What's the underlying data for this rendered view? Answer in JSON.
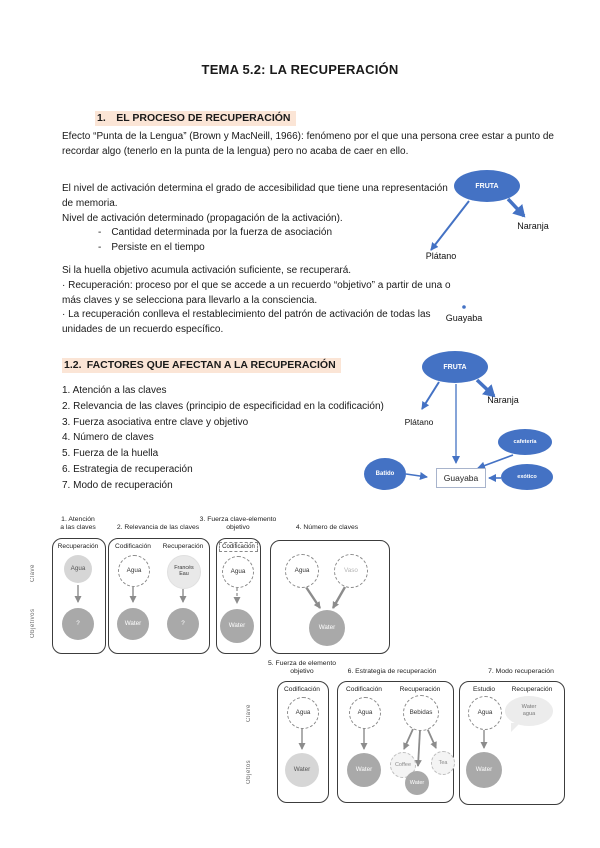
{
  "doc": {
    "title": "TEMA 5.2: LA RECUPERACIÓN",
    "section1": {
      "heading": "1.  EL PROCESO DE RECUPERACIÓN",
      "para_tip": "Efecto “Punta de la Lengua” (Brown y MacNeill, 1966): fenómeno por el que una persona cree estar a punto de recordar algo (tenerlo en la punta de la lengua) pero no acaba de caer en ello.",
      "para_activation_1": "El nivel de activación determina el grado de accesibilidad que tiene una representación de memoria.",
      "para_activation_2": "Nivel de activación determinado (propagación de la activación).",
      "bullet_1": "- Cantidad determinada por la fuerza de asociación",
      "bullet_2": "- Persiste en el tiempo",
      "para_trace": "Si la huella objetivo acumula activación suficiente, se recuperará.",
      "para_recovery_def": "· Recuperación: proceso por el que se accede a un recuerdo “objetivo” a partir de una o más claves y se selecciona para llevarlo a la consciencia.",
      "para_recovery_pattern": "· La recuperación conlleva el restablecimiento del patrón de activación de todas las unidades de un recuerdo específico."
    },
    "section12": {
      "heading": "1.2. FACTORES QUE AFECTAN A LA RECUPERACIÓN",
      "factors": [
        "1. Atención a las claves",
        "2. Relevancia de las claves (principio de especificidad en la codificación)",
        "3. Fuerza asociativa entre clave y objetivo",
        "4. Número de claves",
        "5. Fuerza de la huella",
        "6. Estrategia de recuperación",
        "7. Modo de recuperación"
      ]
    }
  },
  "network1": {
    "root": "FRUTA",
    "naranja": "Naranja",
    "platano": "Plátano",
    "guayaba": "Guayaba"
  },
  "network2": {
    "root": "FRUTA",
    "naranja": "Naranja",
    "platano": "Plátano",
    "guayaba": "Guayaba",
    "cafeteria": "cafetería",
    "batido": "Batido",
    "exotico": "exótico"
  },
  "panels": {
    "row1_axis": {
      "top": "Clave",
      "bottom": "Objetivos"
    },
    "row2_axis": {
      "top": "Clave",
      "bottom": "Objetos"
    },
    "p1": {
      "title1": "1. Atención",
      "title2": "a las claves",
      "header": "Recuperación",
      "cue": "Agua",
      "target": "?"
    },
    "p2": {
      "title": "2. Relevancia de las claves",
      "header1": "Codificación",
      "header2": "Recuperación",
      "cue1": "Agua",
      "target1": "Water",
      "cue2a": "Francés",
      "cue2b": "Eau",
      "target2": "?"
    },
    "p3": {
      "title1": "3. Fuerza clave-elemento",
      "title2": "objetivo",
      "header": "Codificación",
      "cue": "Agua",
      "target": "Water"
    },
    "p4": {
      "title": "4. Número de claves",
      "cue1": "Agua",
      "cue2": "Vaso",
      "target": "Water"
    },
    "p5": {
      "title1": "5. Fuerza de elemento",
      "title2": "objetivo",
      "header": "Codificación",
      "cue": "Agua",
      "target": "Water"
    },
    "p6": {
      "title": "6. Estrategia de recuperación",
      "header1": "Codificación",
      "header2": "Recuperación",
      "cue1": "Agua",
      "target1": "Water",
      "cue2": "Bebidas",
      "opt1": "Coffee",
      "opt2": "Water",
      "opt3": "Tea"
    },
    "p7": {
      "title": "7. Modo recuperación",
      "header1": "Estudio",
      "header2": "Recuperación",
      "cue": "Agua",
      "target": "Water",
      "bubble1": "Water",
      "bubble2": "agua"
    }
  },
  "colors": {
    "node_blue": "#4472C4",
    "heading_highlight": "#FBE5D6"
  }
}
